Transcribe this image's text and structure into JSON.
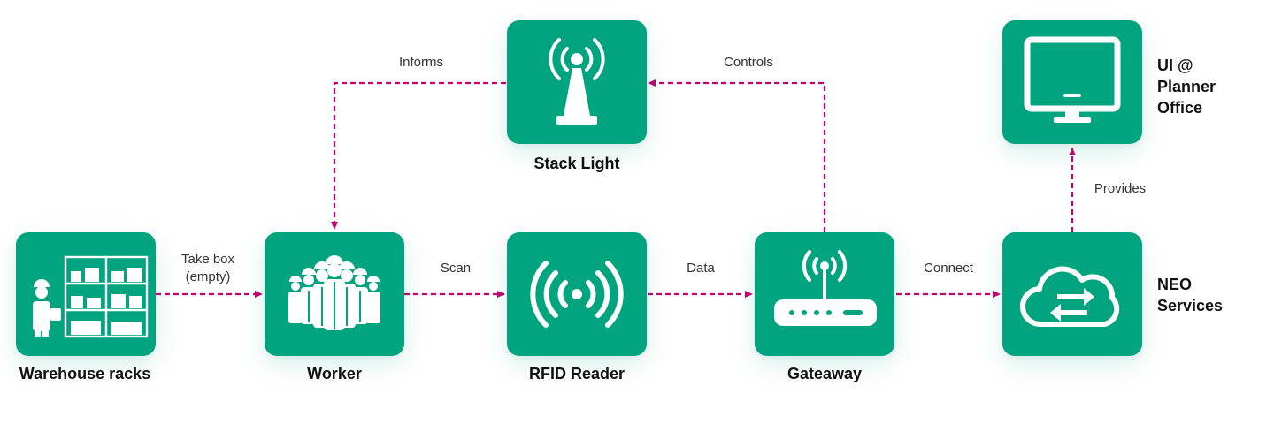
{
  "colors": {
    "tile": "#00a47e",
    "edge": "#c4006f",
    "icon": "#ffffff",
    "text": "#111111"
  },
  "nodes": {
    "warehouse": {
      "label": "Warehouse racks",
      "icon": "warehouse-worker-icon"
    },
    "worker": {
      "label": "Worker",
      "icon": "workers-group-icon"
    },
    "rfid": {
      "label": "RFID Reader",
      "icon": "rfid-signal-icon"
    },
    "gateway": {
      "label": "Gateaway",
      "icon": "router-icon"
    },
    "neo": {
      "label_line1": "NEO",
      "label_line2": "Services",
      "icon": "cloud-sync-icon"
    },
    "stacklight": {
      "label": "Stack Light",
      "icon": "beacon-tower-icon"
    },
    "ui": {
      "label_line1": "UI @",
      "label_line2": "Planner",
      "label_line3": "Office",
      "icon": "monitor-icon"
    }
  },
  "edges": {
    "take_box_line1": "Take box",
    "take_box_line2": "(empty)",
    "scan": "Scan",
    "data": "Data",
    "connect": "Connect",
    "provides": "Provides",
    "controls": "Controls",
    "informs": "Informs"
  }
}
